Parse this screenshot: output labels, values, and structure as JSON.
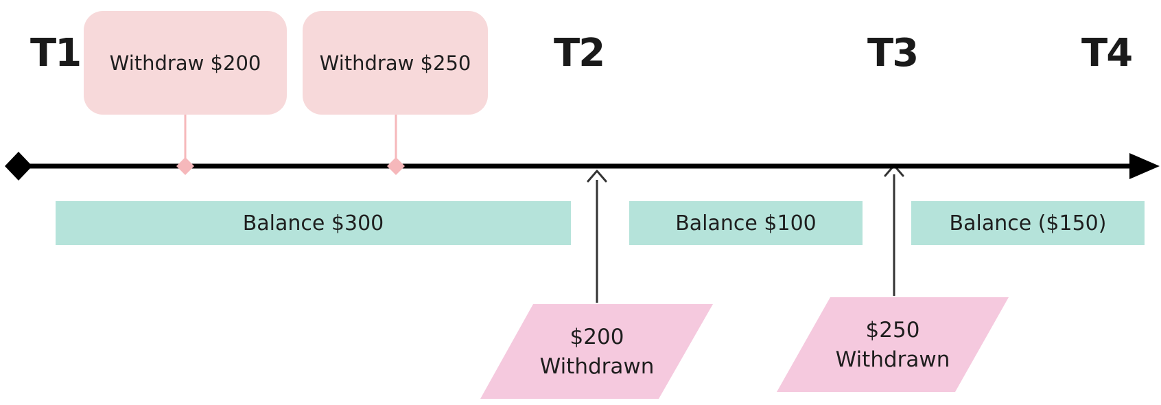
{
  "timeline": {
    "points": [
      "T1",
      "T2",
      "T3",
      "T4"
    ]
  },
  "requests": [
    {
      "label": "Withdraw $200"
    },
    {
      "label": "Withdraw $250"
    }
  ],
  "balances": [
    {
      "label": "Balance $300"
    },
    {
      "label": "Balance $100"
    },
    {
      "label": "Balance ($150)"
    }
  ],
  "events": [
    {
      "amount": "$200",
      "action": "Withdrawn"
    },
    {
      "amount": "$250",
      "action": "Withdrawn"
    }
  ],
  "colors": {
    "request_fill": "#f7d9da",
    "request_marker": "#f6b8bb",
    "balance_fill": "#b5e3da",
    "event_fill": "#f5c9de",
    "axis": "#000000",
    "arrow": "#333333"
  }
}
